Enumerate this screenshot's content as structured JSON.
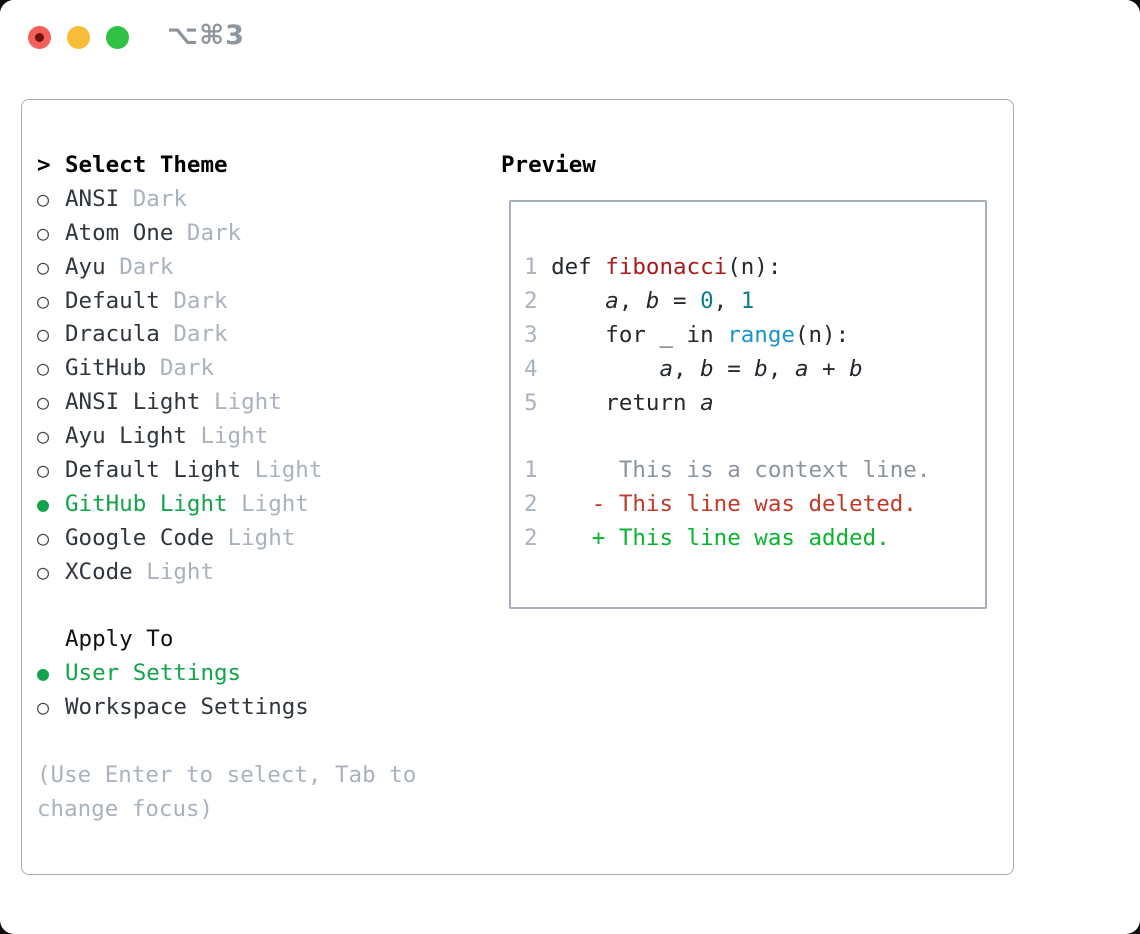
{
  "window": {
    "title": "⌥⌘3",
    "traffic_lights": [
      {
        "name": "close-button",
        "color": "#f3605a"
      },
      {
        "name": "minimize-button",
        "color": "#f8bc38"
      },
      {
        "name": "zoom-button",
        "color": "#2fc245"
      }
    ]
  },
  "colors": {
    "selected_green": "#13a34a",
    "added_green": "#0ab42e",
    "deleted_red": "#c13a28",
    "function_red": "#a61b1e",
    "number_teal": "#0b7e8a",
    "call_blue": "#1b95c8",
    "muted_gray": "#a9b2bd",
    "border_gray": "#a6aeb9"
  },
  "theme_panel": {
    "header": {
      "marker": ">",
      "label": "Select Theme"
    },
    "radio_unselected": "○",
    "radio_selected": "●",
    "items": [
      {
        "name": "ANSI",
        "variant": "Dark",
        "selected": false
      },
      {
        "name": "Atom One",
        "variant": "Dark",
        "selected": false
      },
      {
        "name": "Ayu",
        "variant": "Dark",
        "selected": false
      },
      {
        "name": "Default",
        "variant": "Dark",
        "selected": false
      },
      {
        "name": "Dracula",
        "variant": "Dark",
        "selected": false
      },
      {
        "name": "GitHub",
        "variant": "Dark",
        "selected": false
      },
      {
        "name": "ANSI Light",
        "variant": "Light",
        "selected": false
      },
      {
        "name": "Ayu Light",
        "variant": "Light",
        "selected": false
      },
      {
        "name": "Default Light",
        "variant": "Light",
        "selected": false
      },
      {
        "name": "GitHub Light",
        "variant": "Light",
        "selected": true
      },
      {
        "name": "Google Code",
        "variant": "Light",
        "selected": false
      },
      {
        "name": "XCode",
        "variant": "Light",
        "selected": false
      }
    ],
    "apply_to": {
      "label": "Apply To",
      "options": [
        {
          "name": "User Settings",
          "selected": true
        },
        {
          "name": "Workspace Settings",
          "selected": false
        }
      ]
    },
    "help_lines": [
      "(Use Enter to select, Tab to",
      "change focus)"
    ]
  },
  "preview_panel": {
    "header": "Preview",
    "lines": [
      [
        {
          "t": "1",
          "c": "ln"
        },
        {
          "t": " def ",
          "c": "code"
        },
        {
          "t": "fibonacci",
          "c": "fn"
        },
        {
          "t": "(n):",
          "c": "code"
        }
      ],
      [
        {
          "t": "2",
          "c": "ln"
        },
        {
          "t": "     ",
          "c": "code"
        },
        {
          "t": "a",
          "c": "var"
        },
        {
          "t": ", ",
          "c": "code"
        },
        {
          "t": "b",
          "c": "var"
        },
        {
          "t": " = ",
          "c": "code"
        },
        {
          "t": "0",
          "c": "num"
        },
        {
          "t": ", ",
          "c": "code"
        },
        {
          "t": "1",
          "c": "num"
        }
      ],
      [
        {
          "t": "3",
          "c": "ln"
        },
        {
          "t": "     for _ in ",
          "c": "code"
        },
        {
          "t": "range",
          "c": "call"
        },
        {
          "t": "(n):",
          "c": "code"
        }
      ],
      [
        {
          "t": "4",
          "c": "ln"
        },
        {
          "t": "         ",
          "c": "code"
        },
        {
          "t": "a",
          "c": "var"
        },
        {
          "t": ", ",
          "c": "code"
        },
        {
          "t": "b",
          "c": "var"
        },
        {
          "t": " = ",
          "c": "code"
        },
        {
          "t": "b",
          "c": "var"
        },
        {
          "t": ", ",
          "c": "code"
        },
        {
          "t": "a",
          "c": "var"
        },
        {
          "t": " + ",
          "c": "code"
        },
        {
          "t": "b",
          "c": "var"
        }
      ],
      [
        {
          "t": "5",
          "c": "ln"
        },
        {
          "t": "     return ",
          "c": "code"
        },
        {
          "t": "a",
          "c": "var"
        }
      ],
      [],
      [
        {
          "t": "1",
          "c": "ln"
        },
        {
          "t": "      ",
          "c": "code"
        },
        {
          "t": "This is a context line.",
          "c": "ctx"
        }
      ],
      [
        {
          "t": "2",
          "c": "ln"
        },
        {
          "t": "    ",
          "c": "code"
        },
        {
          "t": "- This line was deleted.",
          "c": "del"
        }
      ],
      [
        {
          "t": "2",
          "c": "ln"
        },
        {
          "t": "    ",
          "c": "code"
        },
        {
          "t": "+ This line was added.",
          "c": "add"
        }
      ]
    ]
  }
}
